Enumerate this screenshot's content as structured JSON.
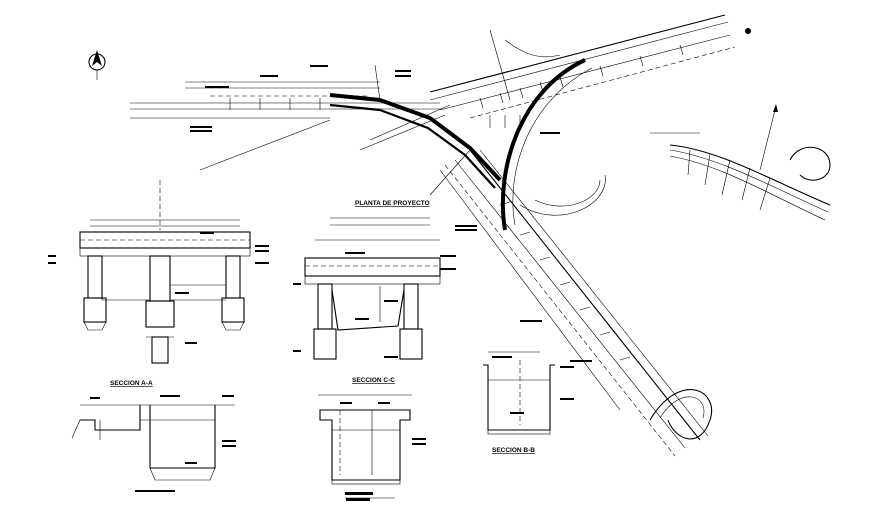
{
  "titles": {
    "planta": "PLANTA DE PROYECTO",
    "seccion_aa": "SECCION A-A",
    "seccion_cc": "SECCION C-C",
    "seccion_bb": "SECCION B-B"
  }
}
